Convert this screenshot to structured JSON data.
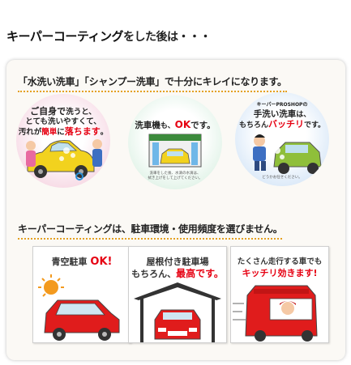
{
  "title": {
    "main": "キーパーコーティング",
    "rest": "をした後は・・・"
  },
  "section1": {
    "heading": "「水洗い洗車」「シャンプー洗車」で十分にキレイになります。",
    "circles": [
      {
        "line1a": "ご自身で",
        "line1b": "洗うと、",
        "line2": "とても洗いやすくて、",
        "line3a": "汚れが",
        "line3b": "簡単",
        "line3c": "に",
        "line3d": "落ちます",
        "line3e": "。"
      },
      {
        "line1a": "洗車機",
        "line1b": "も、",
        "line1c": "OK",
        "line1d": "です。",
        "note1": "洗車をした後、水滴の水滴は、",
        "note2": "拭き上げをして上げてください。"
      },
      {
        "line0": "キーパーPROSHOPの",
        "line1a": "手洗い洗車",
        "line1b": "は、",
        "line2a": "もちろん",
        "line2b": "バッチリ",
        "line2c": "です。",
        "note": "どうかお任せください。"
      }
    ]
  },
  "section2": {
    "heading": "キーパーコーティングは、駐車環境・使用頻度を選びません。",
    "cards": [
      {
        "line1a": "青空駐車",
        "line1b": "OK!"
      },
      {
        "line1": "屋根付き駐車場",
        "line2a": "もちろん、",
        "line2b": "最高です。"
      },
      {
        "line1": "たくさん走行する車でも",
        "line2": "キッチリ効きます!"
      }
    ]
  },
  "colors": {
    "accent": "#e60012",
    "underline": "#e4a020",
    "car_yellow": "#f2d21e",
    "car_red": "#e01c1c",
    "car_green": "#8fbf3a"
  }
}
